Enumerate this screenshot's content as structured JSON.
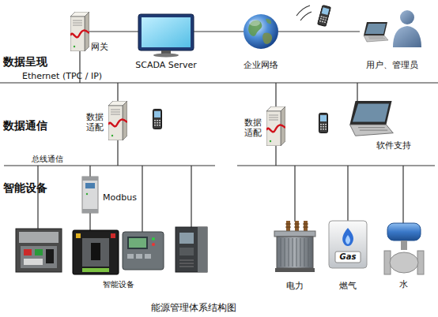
{
  "diagram": {
    "caption": "能源管理体系结构图",
    "nodes": [
      {
        "text": [
          "网关"
        ]
      },
      {
        "text": [
          "SCADA Server"
        ]
      },
      {
        "text": [
          "企业网络"
        ]
      },
      {
        "text": [
          "用户、管理员"
        ]
      },
      {
        "text": [
          "数据 适配"
        ]
      },
      {
        "text": [
          "数据 适配"
        ]
      },
      {
        "text": [
          "软件支持"
        ]
      },
      {
        "text": [
          "Modbus"
        ]
      },
      {
        "text": [
          "电力"
        ]
      },
      {
        "text": [
          "Gas",
          "燃气"
        ]
      },
      {
        "text": [
          "水"
        ]
      }
    ],
    "edges": [
      {
        "from": 0,
        "to": 1,
        "arrow": "none"
      },
      {
        "from": 1,
        "to": 2,
        "arrow": "none"
      },
      {
        "from": 2,
        "to": 3,
        "arrow": "none"
      }
    ],
    "labels": [
      "数据呈现",
      "Ethernet (TPC / IP)",
      "数据通信",
      "总线通信",
      "智能设备",
      "智能设备"
    ]
  }
}
